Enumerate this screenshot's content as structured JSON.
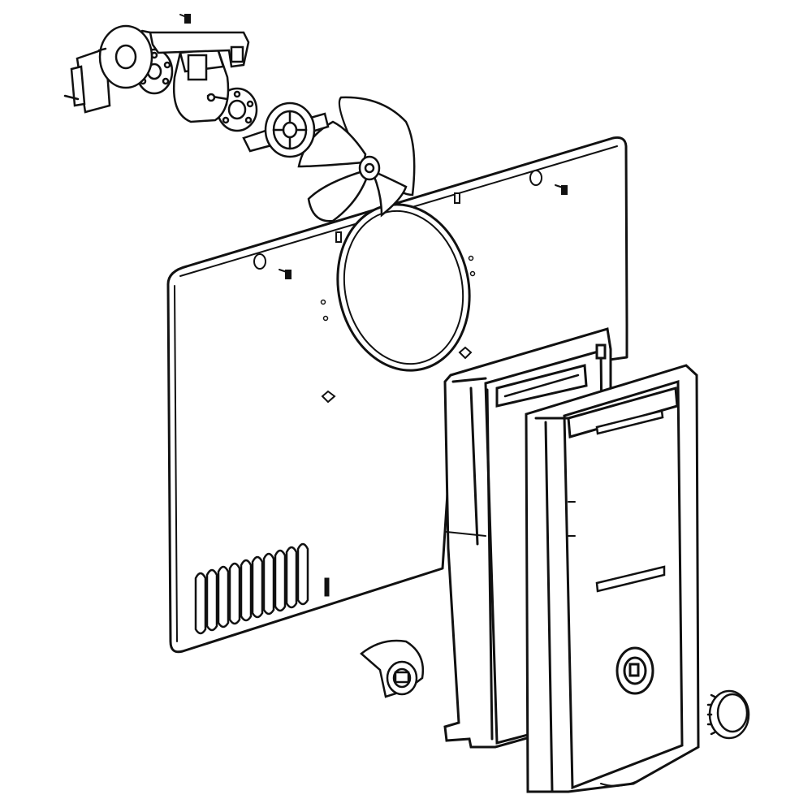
{
  "colors": {
    "line": "#111111",
    "background": "#ffffff",
    "fill": "#ffffff"
  },
  "parts": [
    {
      "id": "fan-motor-bracket",
      "icon": "bracket-icon"
    },
    {
      "id": "fan-motor",
      "icon": "motor-icon"
    },
    {
      "id": "motor-mount-grommet",
      "icon": "grommet-icon"
    },
    {
      "id": "fan-shroud-ring",
      "icon": "ring-icon"
    },
    {
      "id": "fan-blade",
      "icon": "fan-blade-icon"
    },
    {
      "id": "evaporator-cover-panel",
      "icon": "panel-icon"
    },
    {
      "id": "air-duct-rear",
      "icon": "duct-icon"
    },
    {
      "id": "air-duct-front",
      "icon": "duct-icon"
    },
    {
      "id": "damper-control",
      "icon": "damper-icon"
    },
    {
      "id": "control-knob",
      "icon": "knob-icon"
    },
    {
      "id": "mounting-screw",
      "icon": "screw-icon"
    }
  ]
}
